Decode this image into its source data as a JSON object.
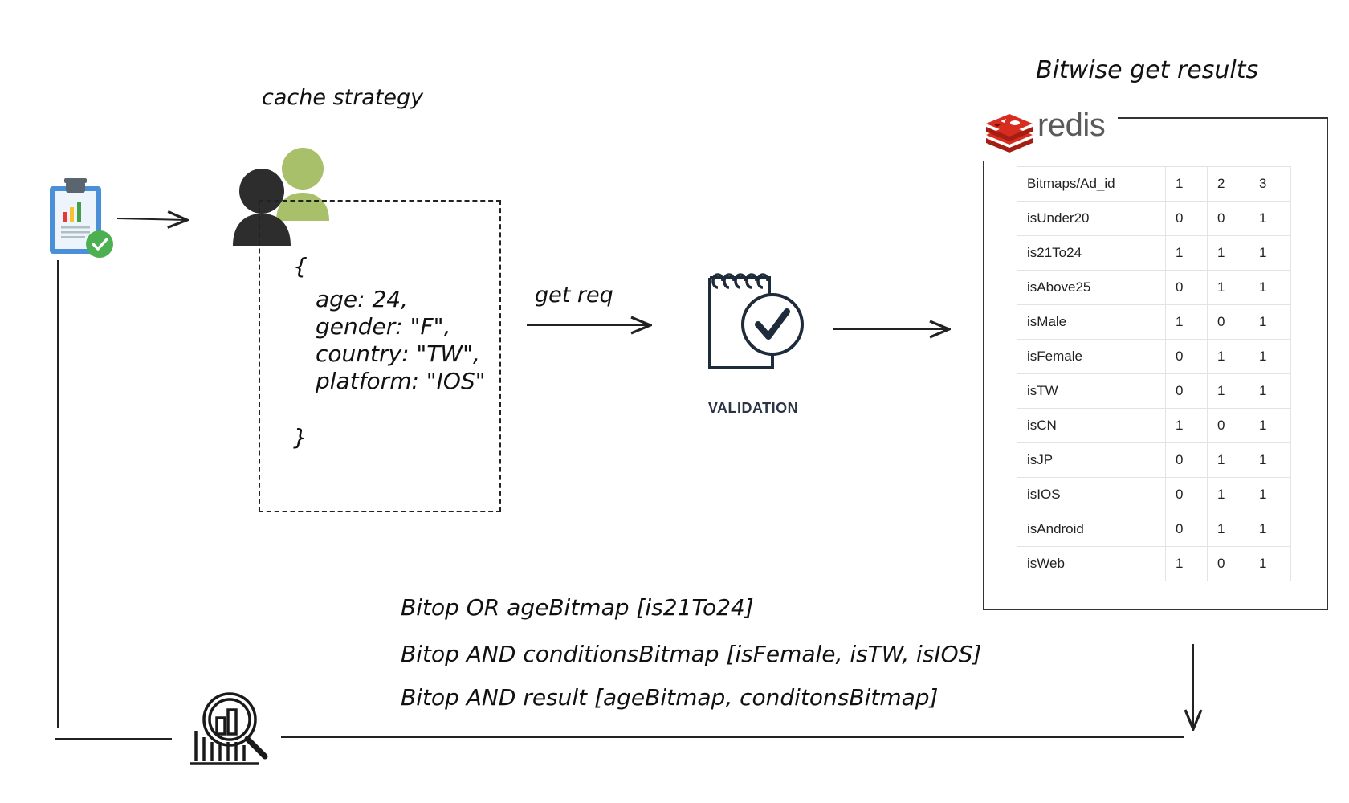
{
  "diagram": {
    "titles": {
      "cache_strategy": "cache strategy",
      "bitwise": "Bitwise get results"
    },
    "request": {
      "open": "{",
      "close": "}",
      "lines": [
        "age: 24,",
        "gender: \"F\",",
        "country: \"TW\",",
        "platform: \"IOS\""
      ]
    },
    "get_req_label": "get req",
    "validation_label": "VALIDATION",
    "redis": {
      "logo_text": "redis",
      "logo_color": "#c6302b",
      "table": {
        "header": [
          "Bitmaps/Ad_id",
          "1",
          "2",
          "3"
        ],
        "rows": [
          [
            "isUnder20",
            "0",
            "0",
            "1"
          ],
          [
            "is21To24",
            "1",
            "1",
            "1"
          ],
          [
            "isAbove25",
            "0",
            "1",
            "1"
          ],
          [
            "isMale",
            "1",
            "0",
            "1"
          ],
          [
            "isFemale",
            "0",
            "1",
            "1"
          ],
          [
            "isTW",
            "0",
            "1",
            "1"
          ],
          [
            "isCN",
            "1",
            "0",
            "1"
          ],
          [
            "isJP",
            "0",
            "1",
            "1"
          ],
          [
            "isIOS",
            "0",
            "1",
            "1"
          ],
          [
            "isAndroid",
            "0",
            "1",
            "1"
          ],
          [
            "isWeb",
            "1",
            "0",
            "1"
          ]
        ]
      }
    },
    "commands": [
      "Bitop OR ageBitmap [is21To24]",
      "Bitop AND conditionsBitmap [isFemale, isTW, isIOS]",
      "Bitop AND result [ageBitmap, conditonsBitmap]"
    ],
    "icons": {
      "report": "clipboard-report-icon",
      "users": "users-icon",
      "validation": "validation-notepad-icon",
      "redis": "redis-logo-icon",
      "analytics": "analytics-search-icon"
    },
    "colors": {
      "user_front": "#2d2d2d",
      "user_back": "#a8c06a",
      "check_green": "#4caf50",
      "clipboard_blue": "#4a90d9"
    }
  }
}
